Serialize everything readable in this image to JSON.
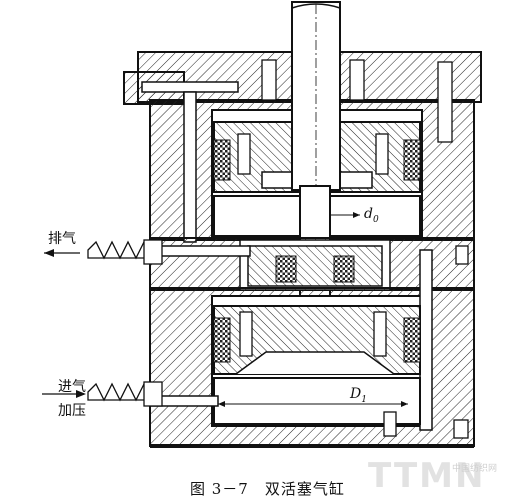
{
  "labels": {
    "exhaust": "排气",
    "intake": "进气",
    "pressurize": "加压",
    "d0": "d",
    "d0_sub": "0",
    "D1": "D",
    "D1_sub": "1"
  },
  "caption": "图 3－7　双活塞气缸",
  "watermark": {
    "main": "TTMN",
    "sub": "中国纺织网"
  }
}
